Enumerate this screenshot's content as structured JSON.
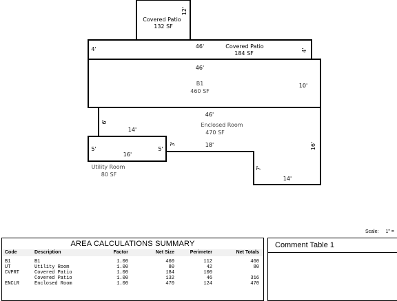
{
  "plan": {
    "rooms": {
      "covered_patio_top": {
        "name": "Covered Patio",
        "area": "132 SF",
        "dim_side": "12'"
      },
      "covered_patio_wide": {
        "name": "Covered Patio",
        "area": "184 SF",
        "dim_top": "46'",
        "dim_left": "4'",
        "dim_right": "4'"
      },
      "b1": {
        "name": "B1",
        "area": "460 SF",
        "dim_top": "46'",
        "dim_right": "10'"
      },
      "enclosed_room": {
        "name": "Enclosed Room",
        "area": "470 SF",
        "dim_top": "46'",
        "dim_left": "6'",
        "dim_inner_14": "14'",
        "dim_3": "3'",
        "dim_18": "18'",
        "dim_right": "16'",
        "dim_7": "7'",
        "dim_bottom": "14'"
      },
      "utility_room": {
        "name": "Utility Room",
        "area": "80 SF",
        "dim_left": "5'",
        "dim_right": "5'",
        "dim_bottom": "16'"
      }
    }
  },
  "scale": {
    "label": "Scale:",
    "value": "1\" ="
  },
  "summary": {
    "title": "AREA  CALCULATIONS  SUMMARY",
    "headers": {
      "code": "Code",
      "description": "Description",
      "factor": "Factor",
      "net_size": "Net Size",
      "perimeter": "Perimeter",
      "net_totals": "Net Totals"
    },
    "rows": [
      {
        "code": "B1",
        "description": "B1",
        "factor": "1.00",
        "net_size": "460",
        "perimeter": "112",
        "net_total": "460"
      },
      {
        "code": "UT",
        "description": "Utility Room",
        "factor": "1.00",
        "net_size": "80",
        "perimeter": "42",
        "net_total": "80"
      },
      {
        "code": "CVPRT",
        "description": "Covered Patio",
        "factor": "1.00",
        "net_size": "184",
        "perimeter": "100",
        "net_total": ""
      },
      {
        "code": "",
        "description": "Covered Patio",
        "factor": "1.00",
        "net_size": "132",
        "perimeter": "46",
        "net_total": "316"
      },
      {
        "code": "ENCLR",
        "description": "Enclosed Room",
        "factor": "1.00",
        "net_size": "470",
        "perimeter": "124",
        "net_total": "470"
      }
    ]
  },
  "comment": {
    "title": "Comment Table 1"
  }
}
